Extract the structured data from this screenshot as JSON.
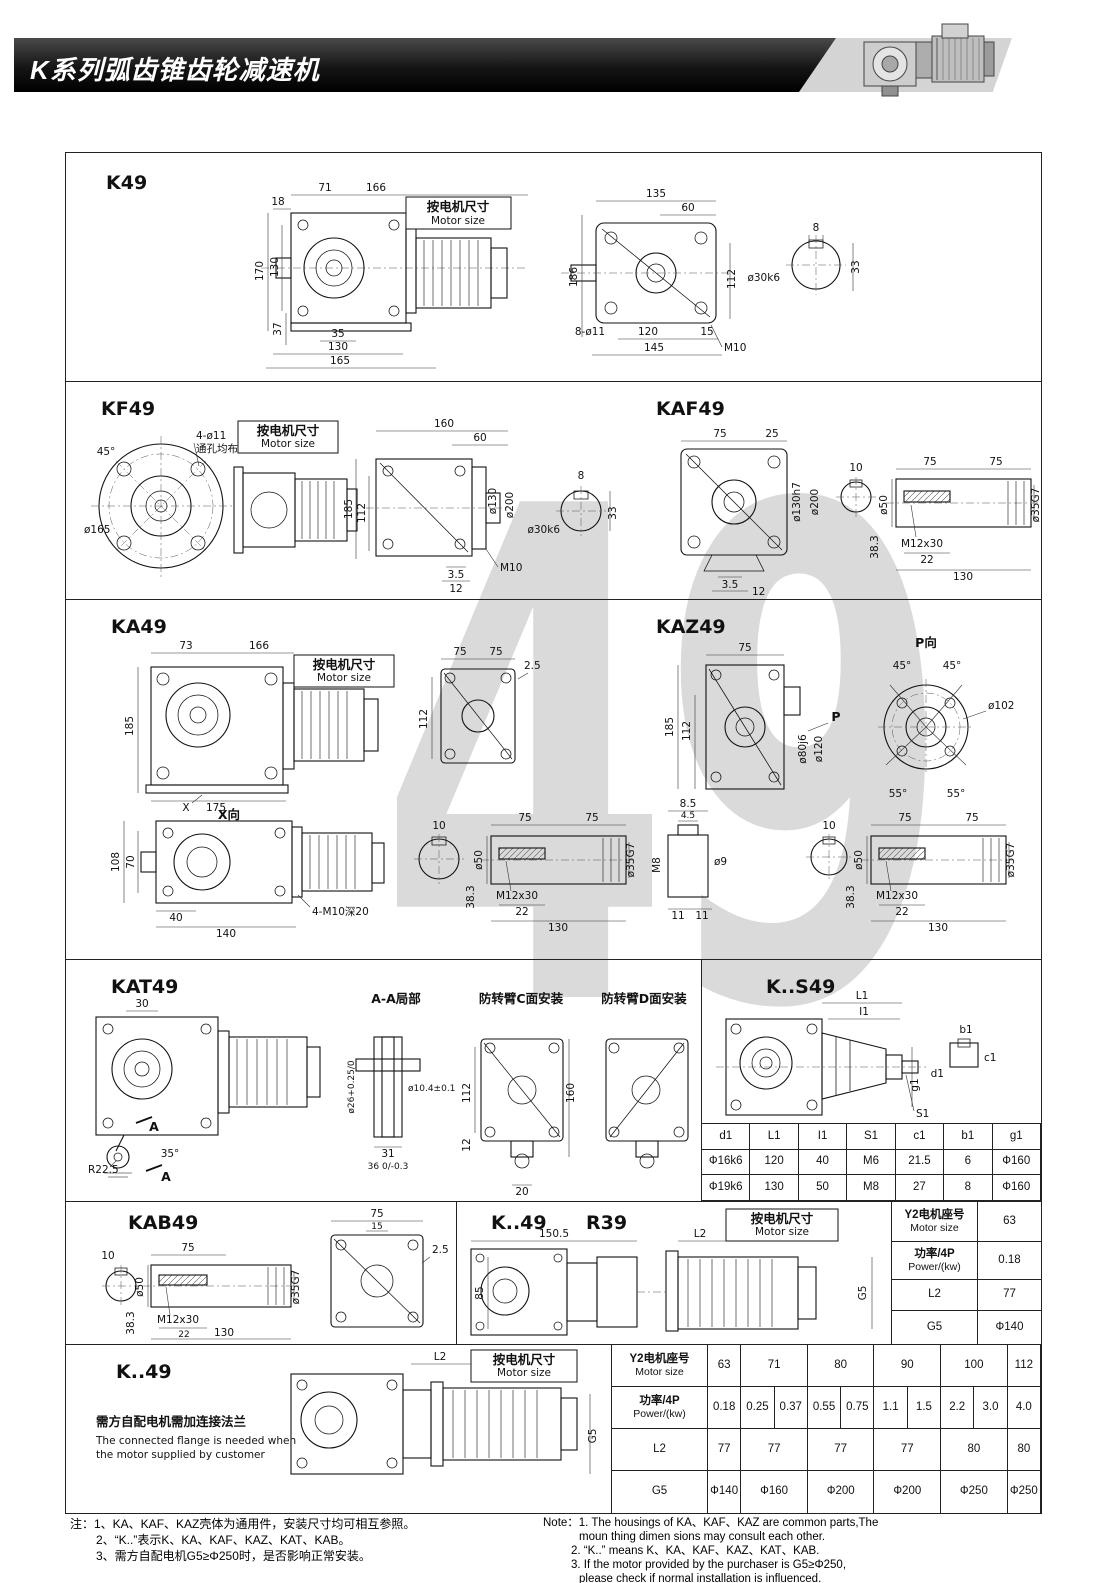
{
  "header": {
    "title": "K系列弧齿锥齿轮减速机"
  },
  "watermark": "49",
  "common": {
    "motor_cn": "按电机尺寸",
    "motor_en": "Motor size"
  },
  "s1": {
    "title": "K49",
    "d": [
      "18",
      "71",
      "166",
      "170",
      "130",
      "37",
      "35",
      "130",
      "165",
      "135",
      "60",
      "186",
      "112",
      "8-ø11",
      "120",
      "15",
      "145",
      "M10",
      "8",
      "ø30k6",
      "33"
    ]
  },
  "s2": {
    "title": "KF49",
    "d": [
      "4-ø11",
      "通孔均布",
      "45°",
      "ø165",
      "160",
      "60",
      "185",
      "112",
      "ø130",
      "ø200",
      "3.5",
      "12",
      "M10",
      "8",
      "ø30k6",
      "33"
    ]
  },
  "s2b": {
    "title": "KAF49",
    "d": [
      "75",
      "25",
      "ø130h7",
      "ø200",
      "3.5",
      "12",
      "10",
      "75",
      "75",
      "ø50",
      "ø35G7",
      "M12x30",
      "22",
      "130",
      "38.3"
    ]
  },
  "s3": {
    "title": "KA49",
    "d": [
      "73",
      "166",
      "185",
      "175",
      "X",
      "X向",
      "75",
      "75",
      "2.5",
      "112",
      "108",
      "70",
      "40",
      "140",
      "4-M10深20",
      "10",
      "75",
      "75",
      "ø50",
      "ø35G7",
      "M12x30",
      "22",
      "130",
      "38.3"
    ]
  },
  "s3b": {
    "title": "KAZ49",
    "d": [
      "75",
      "185",
      "112",
      "ø80j6",
      "ø120",
      "P",
      "P向",
      "45°",
      "45°",
      "ø102",
      "55°",
      "55°",
      "8.5",
      "4.5",
      "M8",
      "ø9",
      "11",
      "11",
      "10",
      "75",
      "75",
      "ø50",
      "ø35G7",
      "M12x30",
      "22",
      "130",
      "38.3"
    ]
  },
  "s4": {
    "title": "KAT49",
    "d": [
      "30",
      "R22.5",
      "35°",
      "A",
      "A",
      "A-A局部",
      "ø26+0.25/0",
      "ø10.4±0.1",
      "31",
      "36 0/-0.3",
      "112",
      "12",
      "160",
      "20",
      "防转臂C面安装",
      "防转臂D面安装"
    ]
  },
  "s4b": {
    "title": "K..S49",
    "labels": [
      "L1",
      "I1",
      "b1",
      "c1",
      "d1",
      "g1",
      "S1"
    ],
    "table": {
      "headers": [
        "d1",
        "L1",
        "I1",
        "S1",
        "c1",
        "b1",
        "g1"
      ],
      "rows": [
        [
          "Ф16k6",
          "120",
          "40",
          "M6",
          "21.5",
          "6",
          "Ф160"
        ],
        [
          "Ф19k6",
          "130",
          "50",
          "M8",
          "27",
          "8",
          "Ф160"
        ]
      ]
    }
  },
  "s5": {
    "title": "KAB49",
    "d": [
      "10",
      "75",
      "ø50",
      "ø35G7",
      "M12x30",
      "22",
      "130",
      "38.3",
      "75",
      "15",
      "2.5"
    ]
  },
  "s5b": {
    "title1": "K..49",
    "title2": "R39",
    "d": [
      "150.5",
      "L2",
      "85",
      "G5"
    ],
    "table": {
      "motor_label_cn": "Y2电机座号",
      "motor_label_en": "Motor size",
      "motor_val": "63",
      "power_label_cn": "功率/4P",
      "power_label_en": "Power/(kw)",
      "power_val": "0.18",
      "l2_label": "L2",
      "l2_val": "77",
      "g5_label": "G5",
      "g5_val": "Ф140"
    }
  },
  "s6": {
    "title": "K..49",
    "cn": "需方自配电机需加连接法兰",
    "en1": "The connected flange is needed when",
    "en2": "the motor supplied by customer",
    "d": [
      "L2",
      "G5"
    ],
    "table": {
      "motor_label_cn": "Y2电机座号",
      "motor_label_en": "Motor size",
      "motor_vals": [
        "63",
        "71",
        "80",
        "90",
        "100",
        "112"
      ],
      "power_label_cn": "功率/4P",
      "power_label_en": "Power/(kw)",
      "power_vals": [
        "0.18",
        "0.25",
        "0.37",
        "0.55",
        "0.75",
        "1.1",
        "1.5",
        "2.2",
        "3.0",
        "4.0"
      ],
      "l2_label": "L2",
      "l2_vals": [
        "77",
        "77",
        "77",
        "77",
        "80",
        "80"
      ],
      "g5_label": "G5",
      "g5_vals": [
        "Ф140",
        "Ф160",
        "Ф200",
        "Ф200",
        "Ф250",
        "Ф250"
      ]
    }
  },
  "notes": {
    "cn": [
      "注：1、KA、KAF、KAZ壳体为通用件，安装尺寸均可相互参照。",
      "2、“K..”表示K、KA、KAF、KAZ、KAT、KAB。",
      "3、需方自配电机G5≥Φ250时，是否影响正常安装。"
    ],
    "en": [
      "Note：1. The housings of KA、KAF、KAZ are common parts,The",
      "moun thing dimen sions may consult each other.",
      "2. “K..” means K、KA、KAF、KAZ、KAT、KAB.",
      "3. If the motor provided by the purchaser is G5≥Φ250,",
      "please check if normal installation is influenced."
    ]
  }
}
